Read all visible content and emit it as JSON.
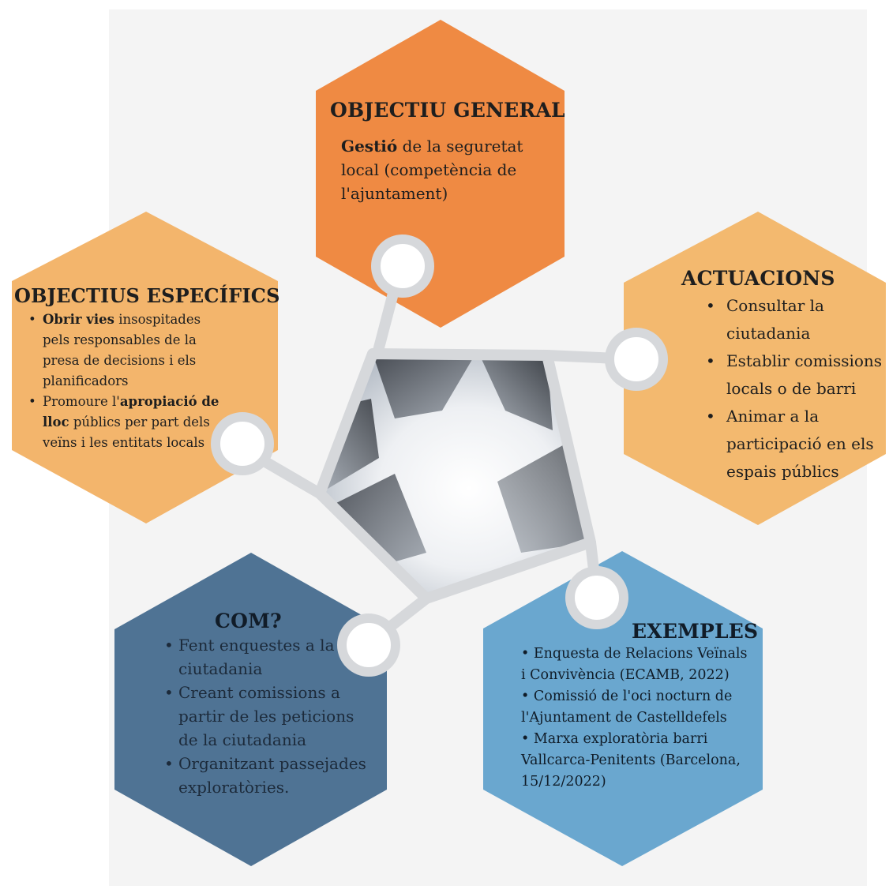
{
  "colors": {
    "general": "#ef8a43",
    "specifics": "#f3b56c",
    "actions": "#f3b96f",
    "how": "#4f7394",
    "examples": "#6aa7cf",
    "connector": "#d6d8db",
    "background": "#f4f4f4"
  },
  "general": {
    "title": "OBJECTIU GENERAL",
    "body_bold": "Gestió",
    "body_rest": " de la seguretat local (competència de l'ajuntament)"
  },
  "specifics": {
    "title": "OBJECTIUS ESPECÍFICS",
    "item1_bold": "Obrir vies",
    "item1_rest": " insospitades pels responsables de la presa de decisions i els planificadors",
    "item2_pre": "Promoure l'",
    "item2_bold": "apropiació de lloc",
    "item2_rest": " públics per part dels veïns i les entitats locals"
  },
  "actions": {
    "title": "ACTUACIONS",
    "items": [
      "Consultar la ciutadania",
      "Establir comissions locals o de barri",
      "Animar a la participació en els espais públics"
    ]
  },
  "how": {
    "title": "COM?",
    "items": [
      "Fent enquestes a la ciutadania",
      "Creant comissions a partir de les peticions de la ciutadania",
      "Organitzant passejades exploratòries."
    ]
  },
  "examples": {
    "title": "EXEMPLES",
    "items": [
      "• Enquesta de Relacions Veïnals i Convivència (ECAMB, 2022)",
      "• Comissió de l'oci nocturn de l'Ajuntament de Castelldefels",
      "• Marxa exploratòria barri Vallcarca-Penitents (Barcelona, 15/12/2022)"
    ]
  }
}
